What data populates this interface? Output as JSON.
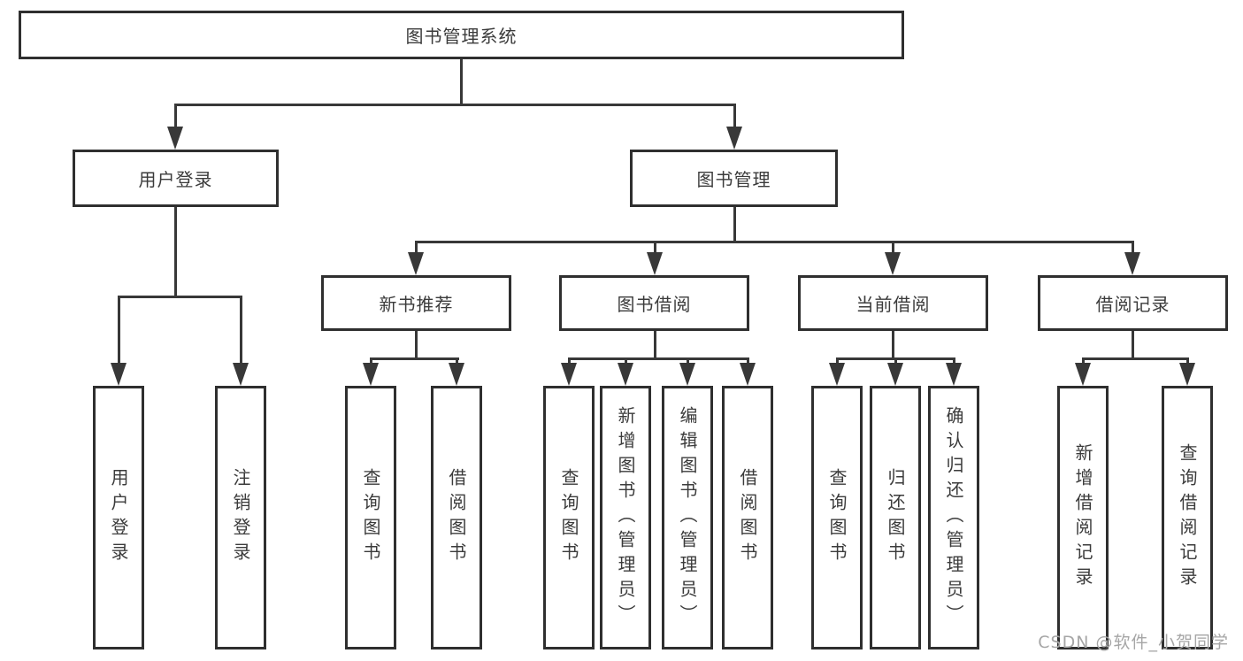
{
  "root": {
    "label": "图书管理系统"
  },
  "branches": [
    {
      "label": "用户登录",
      "children": [
        "用户登录",
        "注销登录"
      ]
    },
    {
      "label": "图书管理"
    }
  ],
  "modules": [
    {
      "label": "新书推荐",
      "children": [
        "查询图书",
        "借阅图书"
      ]
    },
    {
      "label": "图书借阅",
      "children": [
        "查询图书",
        "新增图书（管理员）",
        "编辑图书（管理员）",
        "借阅图书"
      ]
    },
    {
      "label": "当前借阅",
      "children": [
        "查询图书",
        "归还图书",
        "确认归还（管理员）"
      ]
    },
    {
      "label": "借阅记录",
      "children": [
        "新增借阅记录",
        "查询借阅记录"
      ]
    }
  ],
  "watermark": "CSDN @软件_小贺同学",
  "colors": {
    "line": "#383838",
    "box_border": "#2f2f2f",
    "box_background": "#ffffff",
    "text": "#3b3b3b",
    "watermark": "#a6a6a6",
    "page_background": "#ffffff"
  }
}
